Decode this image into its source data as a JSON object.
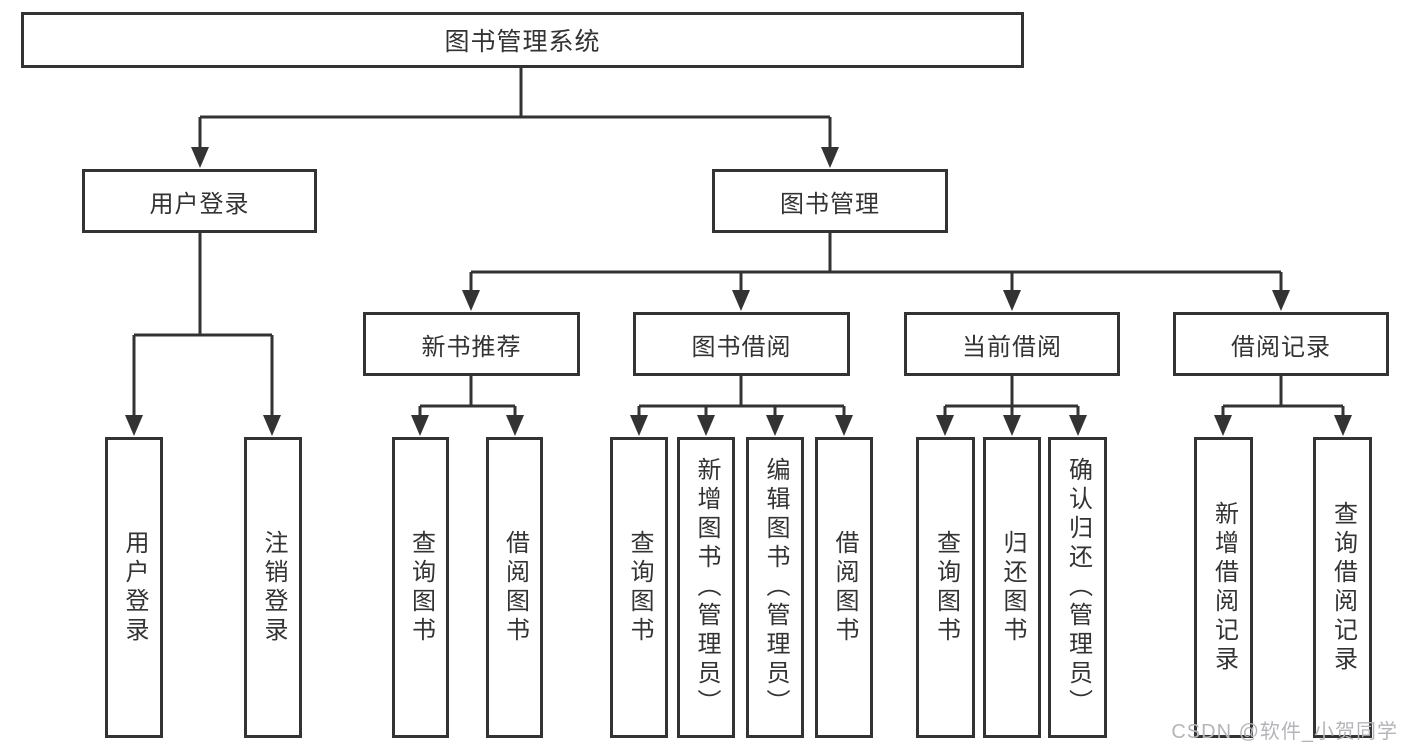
{
  "title": "图书管理系统",
  "nodes": {
    "user_login": "用户登录",
    "book_management": "图书管理",
    "new_book_recommend": "新书推荐",
    "book_borrow": "图书借阅",
    "current_borrow": "当前借阅",
    "borrow_record": "借阅记录"
  },
  "leaves": {
    "user_login_items": [
      "用户登录",
      "注销登录"
    ],
    "new_book_items": [
      "查询图书",
      "借阅图书"
    ],
    "book_borrow_items": [
      "查询图书",
      "新增图书（管理员）",
      "编辑图书（管理员）",
      "借阅图书"
    ],
    "current_borrow_items": [
      "查询图书",
      "归还图书",
      "确认归还（管理员）"
    ],
    "borrow_record_items": [
      "新增借阅记录",
      "查询借阅记录"
    ]
  },
  "watermark": "CSDN @软件_小贺同学",
  "colors": {
    "line": "#333333",
    "text": "#333333",
    "box_background": "#ffffff",
    "watermark": "#b3b5b9",
    "background": "#ffffff"
  }
}
